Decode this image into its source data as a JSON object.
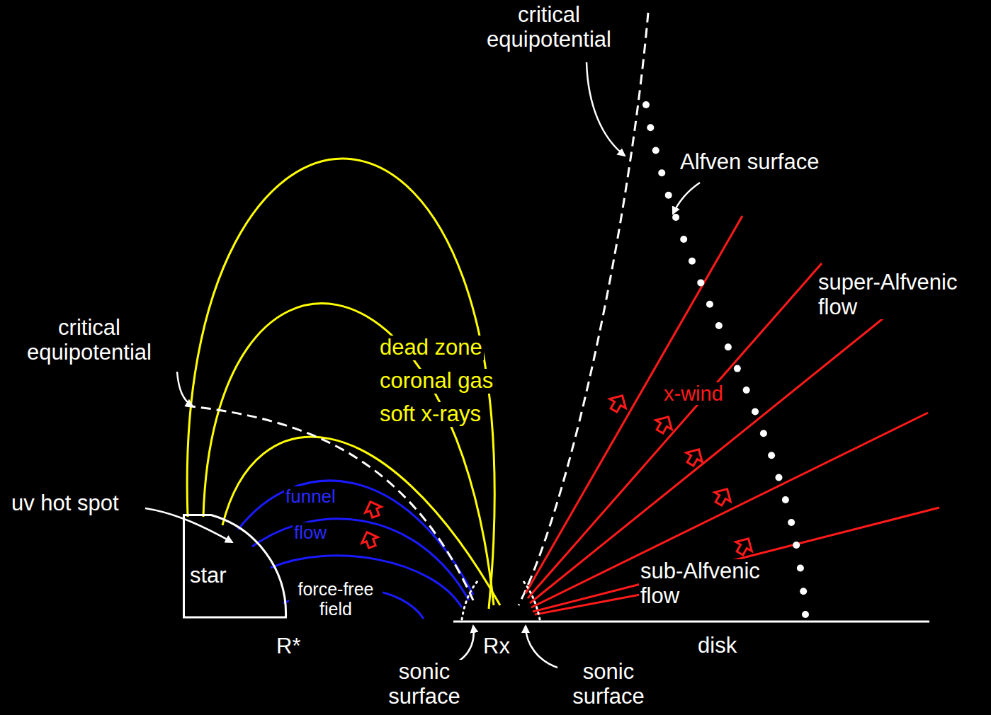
{
  "diagram": {
    "nodes": [
      {
        "text": [
          "star"
        ]
      }
    ],
    "labels": [
      "critical equipotential",
      "Alfven surface",
      "super-Alfvenic flow",
      "critical equipotential",
      "dead zone",
      "coronal gas",
      "soft x-rays",
      "x-wind",
      "uv hot spot",
      "funnel",
      "flow",
      "force-free field",
      "sub-Alfvenic flow",
      "R*",
      "Rx",
      "disk",
      "sonic surface",
      "sonic surface"
    ]
  }
}
